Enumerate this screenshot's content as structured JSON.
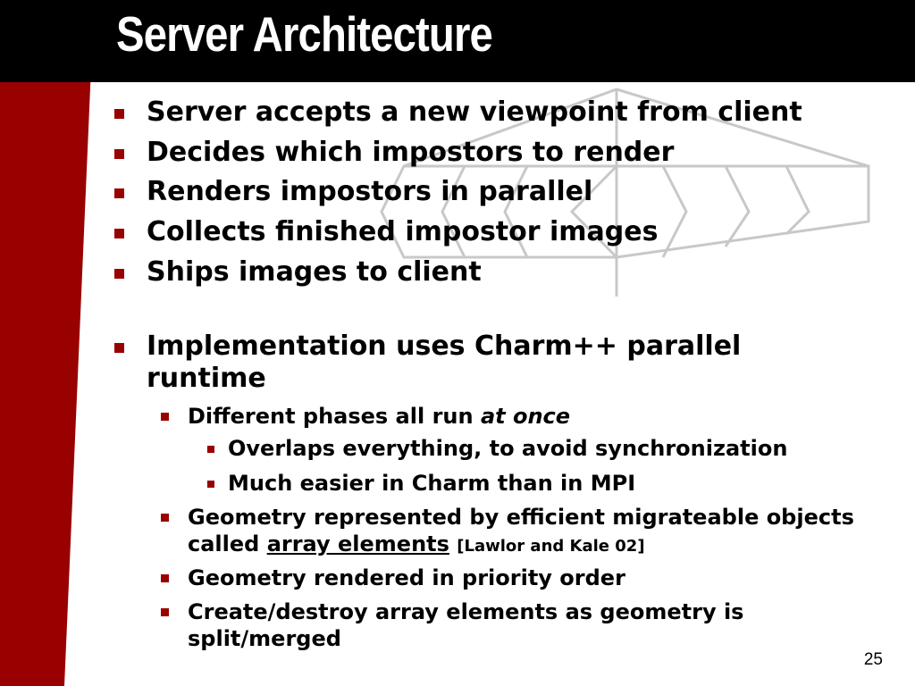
{
  "slide": {
    "title": "Server Architecture",
    "page_number": "25",
    "colors": {
      "title_band": "#000000",
      "accent_red": "#990000",
      "diagram_lines": "#c8c8c8"
    }
  },
  "bullets": [
    {
      "level": 1,
      "text": "Server accepts a new viewpoint from client"
    },
    {
      "level": 1,
      "text": "Decides which impostors to render"
    },
    {
      "level": 1,
      "text": "Renders impostors in parallel"
    },
    {
      "level": 1,
      "text": "Collects finished impostor images"
    },
    {
      "level": 1,
      "text": "Ships images to client"
    },
    {
      "level": 1,
      "text": "Implementation uses Charm++ parallel runtime"
    },
    {
      "level": 2,
      "text": "Different phases all run ",
      "emphasis": "at once"
    },
    {
      "level": 3,
      "text": "Overlaps everything, to avoid synchronization"
    },
    {
      "level": 3,
      "text": "Much easier in Charm than in MPI"
    },
    {
      "level": 2,
      "text": "Geometry represented by efficient migrateable objects called ",
      "link_text": "array elements",
      "citation": "[Lawlor and Kale 02]"
    },
    {
      "level": 2,
      "text": "Geometry rendered in priority order"
    },
    {
      "level": 2,
      "text": "Create/destroy array elements as geometry is split/merged"
    }
  ]
}
